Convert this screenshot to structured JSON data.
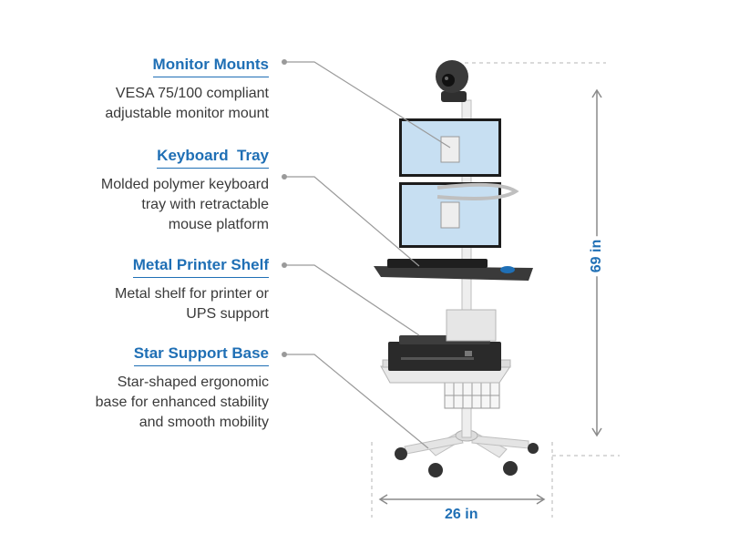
{
  "features": [
    {
      "title": "Monitor Mounts",
      "desc": [
        "VESA 75/100 compliant",
        "adjustable monitor mount"
      ]
    },
    {
      "title": "Keyboard  Tray",
      "desc": [
        "Molded polymer keyboard",
        "tray with retractable",
        "mouse platform"
      ]
    },
    {
      "title": "Metal Printer Shelf",
      "desc": [
        "Metal shelf for printer or",
        "UPS support"
      ]
    },
    {
      "title": "Star Support Base",
      "desc": [
        "Star-shaped ergonomic",
        "base for enhanced stability",
        "and smooth mobility"
      ]
    }
  ],
  "dimensions": {
    "height": "69 in",
    "width": "26 in"
  },
  "colors": {
    "accent": "#1f6fb5",
    "text": "#3a3a3a",
    "leader": "#9a9a9a"
  }
}
